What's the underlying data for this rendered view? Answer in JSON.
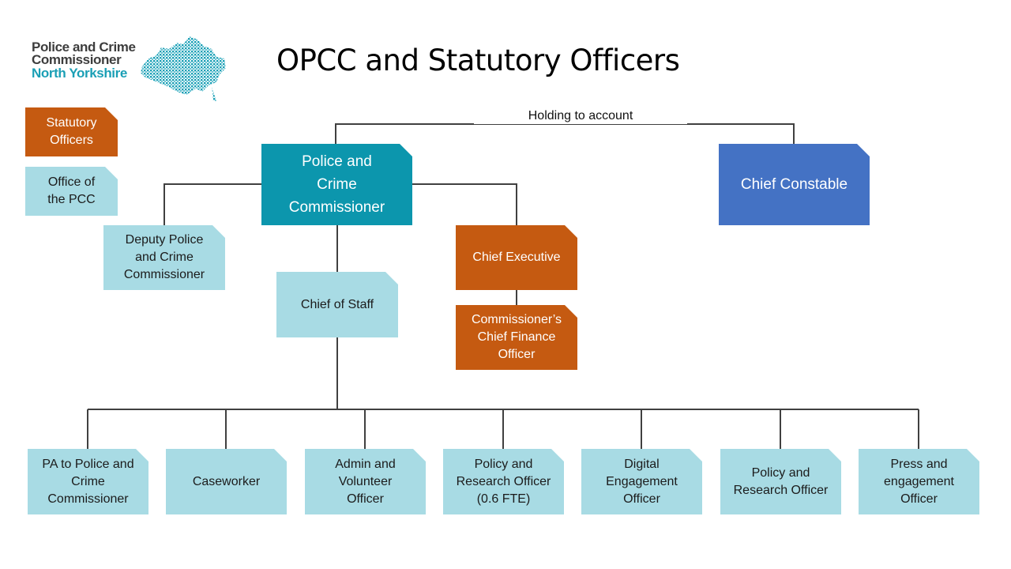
{
  "logo": {
    "line1": "Police and Crime",
    "line2": "Commissioner",
    "line3": "North Yorkshire",
    "text_color": "#3d3d3d",
    "accent_color": "#1a9fb5"
  },
  "title": "OPCC and Statutory Officers",
  "legend": {
    "statutory": "Statutory\nOfficers",
    "office": "Office of\nthe PCC"
  },
  "colors": {
    "statutory_officer": "#c55a11",
    "office_of_pcc": "#a8dbe4",
    "pcc": "#0c96ad",
    "chief_constable": "#4472c4",
    "connector": "#404040"
  },
  "relationship_label": "Holding to account",
  "nodes": {
    "pcc": "Police and\nCrime\nCommissioner",
    "chief_constable": "Chief Constable",
    "deputy": "Deputy Police\nand Crime\nCommissioner",
    "chief_executive": "Chief Executive",
    "cfo": "Commissioner’s\nChief Finance\nOfficer",
    "chief_of_staff": "Chief of Staff"
  },
  "staff": [
    "PA to Police and\nCrime\nCommissioner",
    "Caseworker",
    "Admin and\nVolunteer\nOfficer",
    "Policy and\nResearch Officer\n(0.6 FTE)",
    "Digital\nEngagement\nOfficer",
    "Policy and\nResearch Officer",
    "Press and\nengagement\nOfficer"
  ]
}
